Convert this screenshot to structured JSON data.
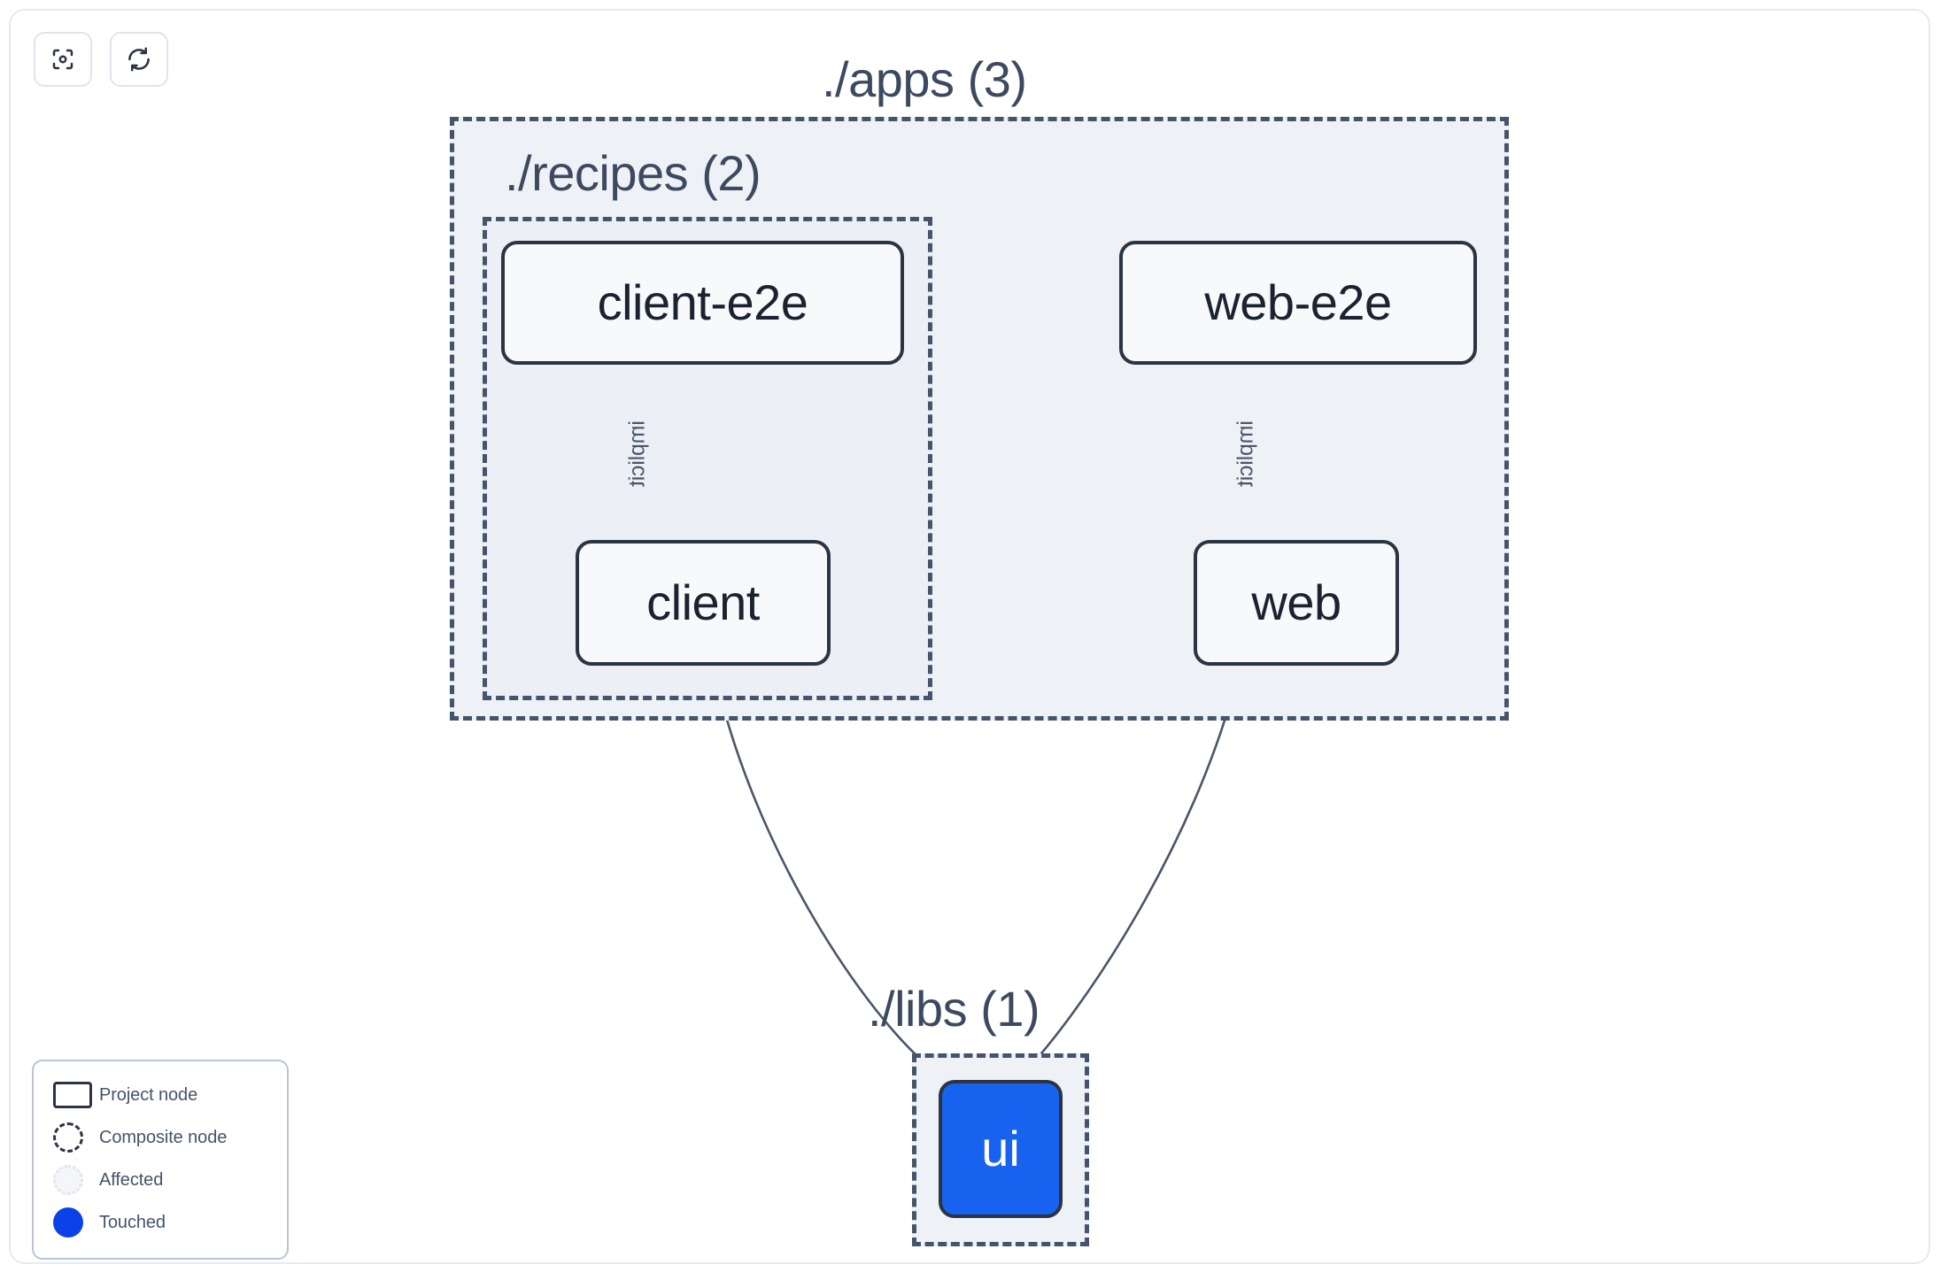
{
  "toolbar": {
    "buttons": [
      {
        "name": "focus-graph",
        "icon": "focus-target-icon",
        "label": "Focus graph"
      },
      {
        "name": "refresh-graph",
        "icon": "refresh-icon",
        "label": "Refresh graph"
      }
    ]
  },
  "graph": {
    "containers": [
      {
        "id": "apps",
        "label": "./apps (3)",
        "count": 3
      },
      {
        "id": "recipes",
        "label": "./recipes (2)",
        "count": 2
      },
      {
        "id": "libs",
        "label": "./libs (1)",
        "count": 1
      }
    ],
    "nodes": [
      {
        "id": "client-e2e",
        "label": "client-e2e",
        "parent": "recipes",
        "state": "normal"
      },
      {
        "id": "web-e2e",
        "label": "web-e2e",
        "parent": "apps",
        "state": "normal"
      },
      {
        "id": "client",
        "label": "client",
        "parent": "recipes",
        "state": "normal"
      },
      {
        "id": "web",
        "label": "web",
        "parent": "apps",
        "state": "normal"
      },
      {
        "id": "ui",
        "label": "ui",
        "parent": "libs",
        "state": "touched"
      }
    ],
    "edges": [
      {
        "from": "client-e2e",
        "to": "client",
        "label": "implicit"
      },
      {
        "from": "web-e2e",
        "to": "web",
        "label": "implicit"
      },
      {
        "from": "client",
        "to": "ui",
        "label": ""
      },
      {
        "from": "web",
        "to": "ui",
        "label": ""
      }
    ]
  },
  "legend": {
    "items": [
      {
        "glyph": "project-node-glyph",
        "label": "Project node"
      },
      {
        "glyph": "composite-node-glyph",
        "label": "Composite node"
      },
      {
        "glyph": "affected-glyph",
        "label": "Affected"
      },
      {
        "glyph": "touched-glyph",
        "label": "Touched"
      }
    ]
  },
  "colors": {
    "touched": "#0b42e8",
    "node_touched_fill": "#1763f0",
    "node_border": "#2b3443",
    "container_fill": "#eef1f6",
    "container_border": "#44546b",
    "edge": "#4a5568",
    "text": "#3c4a60"
  }
}
